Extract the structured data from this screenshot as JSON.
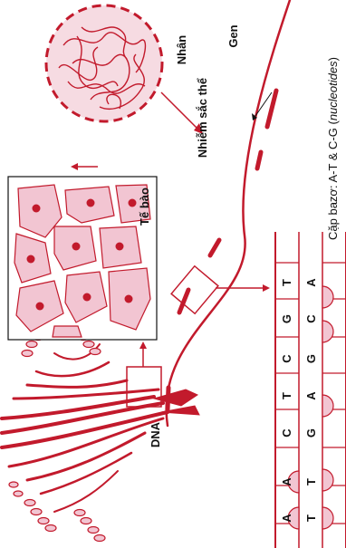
{
  "labels": {
    "nucleus": "Nhân",
    "chromosome": "Nhiễm sắc thể",
    "gene": "Gen",
    "cell": "Tế bào",
    "dna": "DNA",
    "base_pairs_prefix": "Cặp bazơ: A-T & C-G (",
    "base_pairs_italic": "nucleotides",
    "base_pairs_suffix": ")"
  },
  "dna_ladder": {
    "outer_strand": [
      "A",
      "A",
      "C",
      "T",
      "C",
      "G",
      "T"
    ],
    "inner_strand": [
      "T",
      "T",
      "G",
      "A",
      "G",
      "C",
      "A"
    ]
  },
  "colors": {
    "accent": "#c21a2c",
    "cell_fill": "#f2c5d2",
    "nucleus_fill": "#f6dbe2",
    "nucleus_dot": "#c21a2c",
    "text": "#111111"
  },
  "icons": [
    "plant-icon",
    "cell-cluster",
    "nucleus-circle",
    "chromosome-strand",
    "dna-ladder"
  ]
}
